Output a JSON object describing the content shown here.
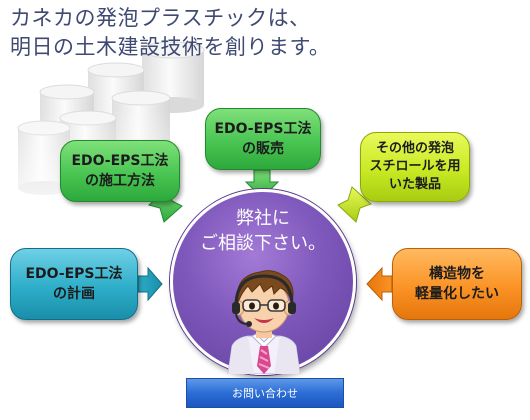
{
  "headline": {
    "line1": "カネカの発泡プラスチックは、",
    "line2": "明日の土木建設技術を創ります。"
  },
  "bubbles": {
    "construction_method": {
      "line1": "EDO-EPS工法",
      "line2": "の施工方法"
    },
    "sales": {
      "line1": "EDO-EPS工法",
      "line2": "の販売"
    },
    "other_products": {
      "line1": "その他の発泡",
      "line2": "スチロールを用",
      "line3": "いた製品"
    },
    "planning": {
      "line1": "EDO-EPS工法",
      "line2": "の計画"
    },
    "lightweight": {
      "line1": "構造物を",
      "line2": "軽量化したい"
    }
  },
  "center": {
    "line1": "弊社に",
    "line2": "ご相談下さい。"
  },
  "cta": {
    "label": "お問い合わせ"
  },
  "colors": {
    "headline": "#3f4a73",
    "green": "#49c552",
    "yellow": "#c8ea24",
    "blue": "#2eaec9",
    "orange": "#fb9326",
    "purple": "#7f58bc",
    "cta": "#2c6dd6"
  }
}
